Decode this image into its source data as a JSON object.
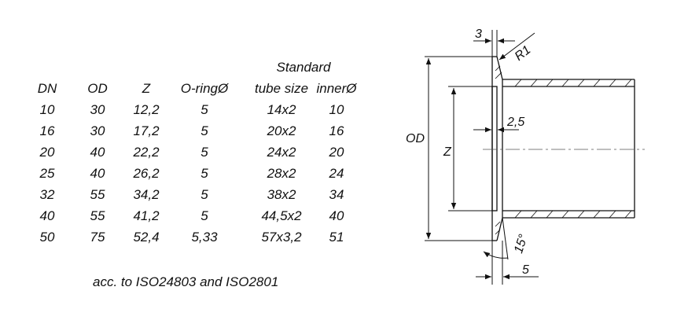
{
  "table": {
    "group_header": "Standard",
    "headers": [
      "DN",
      "OD",
      "Z",
      "O-ringØ",
      "tube size",
      "innerØ"
    ],
    "rows": [
      [
        "10",
        "30",
        "12,2",
        "5",
        "14x2",
        "10"
      ],
      [
        "16",
        "30",
        "17,2",
        "5",
        "20x2",
        "16"
      ],
      [
        "20",
        "40",
        "22,2",
        "5",
        "24x2",
        "20"
      ],
      [
        "25",
        "40",
        "26,2",
        "5",
        "28x2",
        "24"
      ],
      [
        "32",
        "55",
        "34,2",
        "5",
        "38x2",
        "34"
      ],
      [
        "40",
        "55",
        "41,2",
        "5",
        "44,5x2",
        "40"
      ],
      [
        "50",
        "75",
        "52,4",
        "5,33",
        "57x3,2",
        "51"
      ]
    ]
  },
  "footnote": "acc. to ISO24803 and ISO2801",
  "drawing": {
    "dim_top": "3",
    "radius": "R1",
    "dim_groove": "2,5",
    "label_od": "OD",
    "label_z": "Z",
    "angle": "15°",
    "dim_bottom": "5"
  }
}
